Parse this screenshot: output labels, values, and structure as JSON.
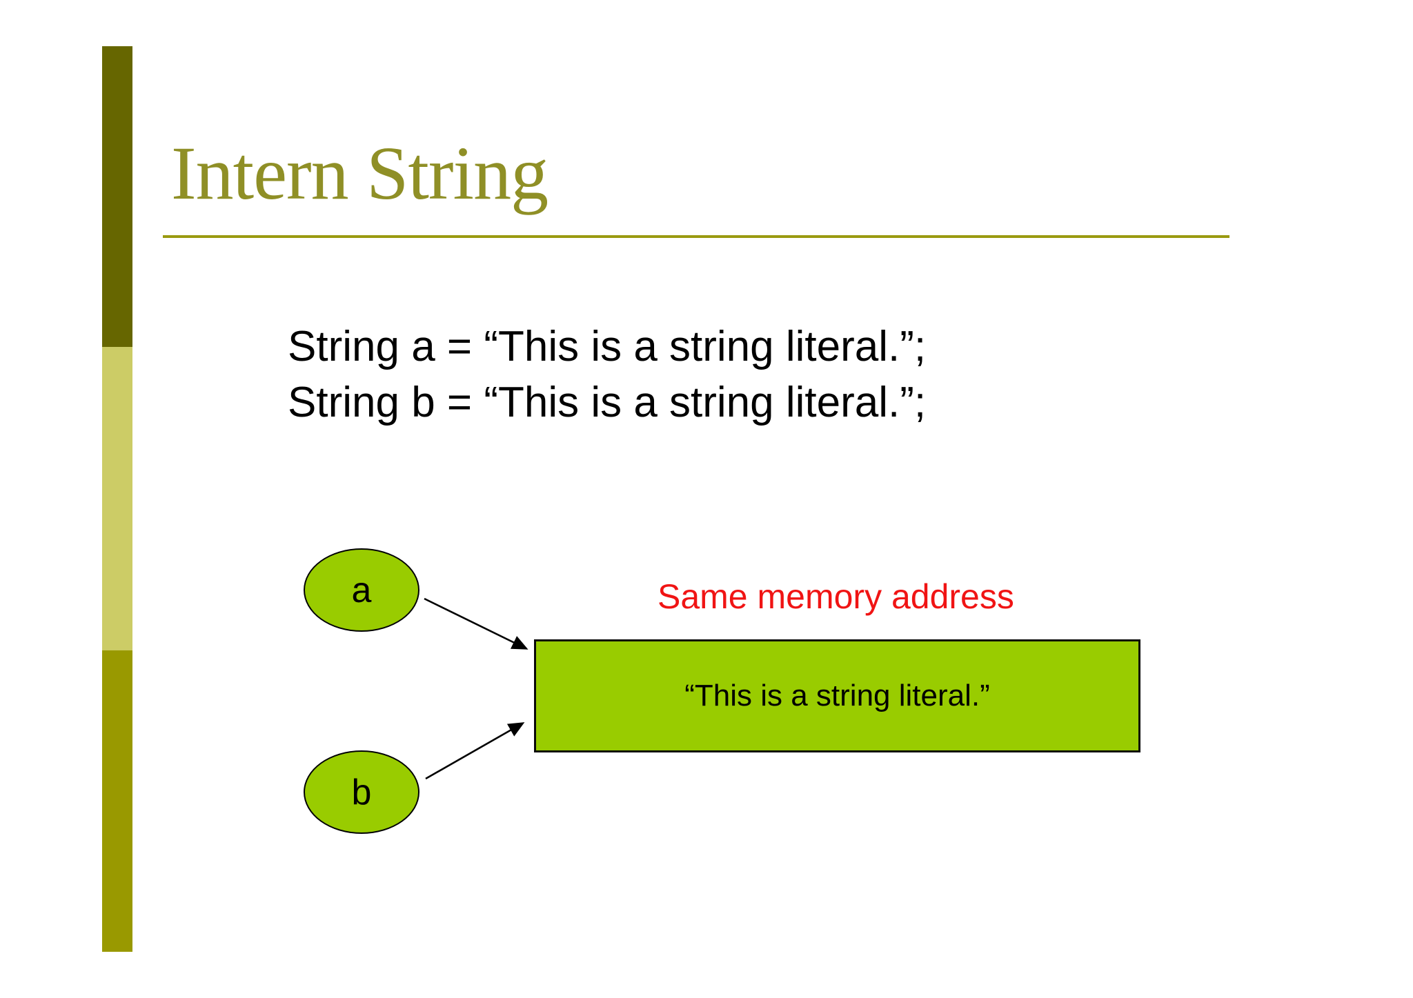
{
  "slide": {
    "title": "Intern String",
    "code": {
      "line1": "String a = “This is a string literal.”;",
      "line2": "String b = “This is a string literal.”;"
    },
    "diagram": {
      "ellipse_a_label": "a",
      "ellipse_b_label": "b",
      "annotation": "Same memory address",
      "box_label": "“This is a string literal.”"
    },
    "colors": {
      "accent_bar_dark": "#666600",
      "accent_bar_light": "#cccc66",
      "accent_bar_mid": "#999900",
      "title_olive": "#8f8f26",
      "rule_olive": "#9a9a10",
      "shape_fill_green": "#99cc00",
      "annotation_red": "#f01414",
      "text_black": "#000000"
    }
  }
}
